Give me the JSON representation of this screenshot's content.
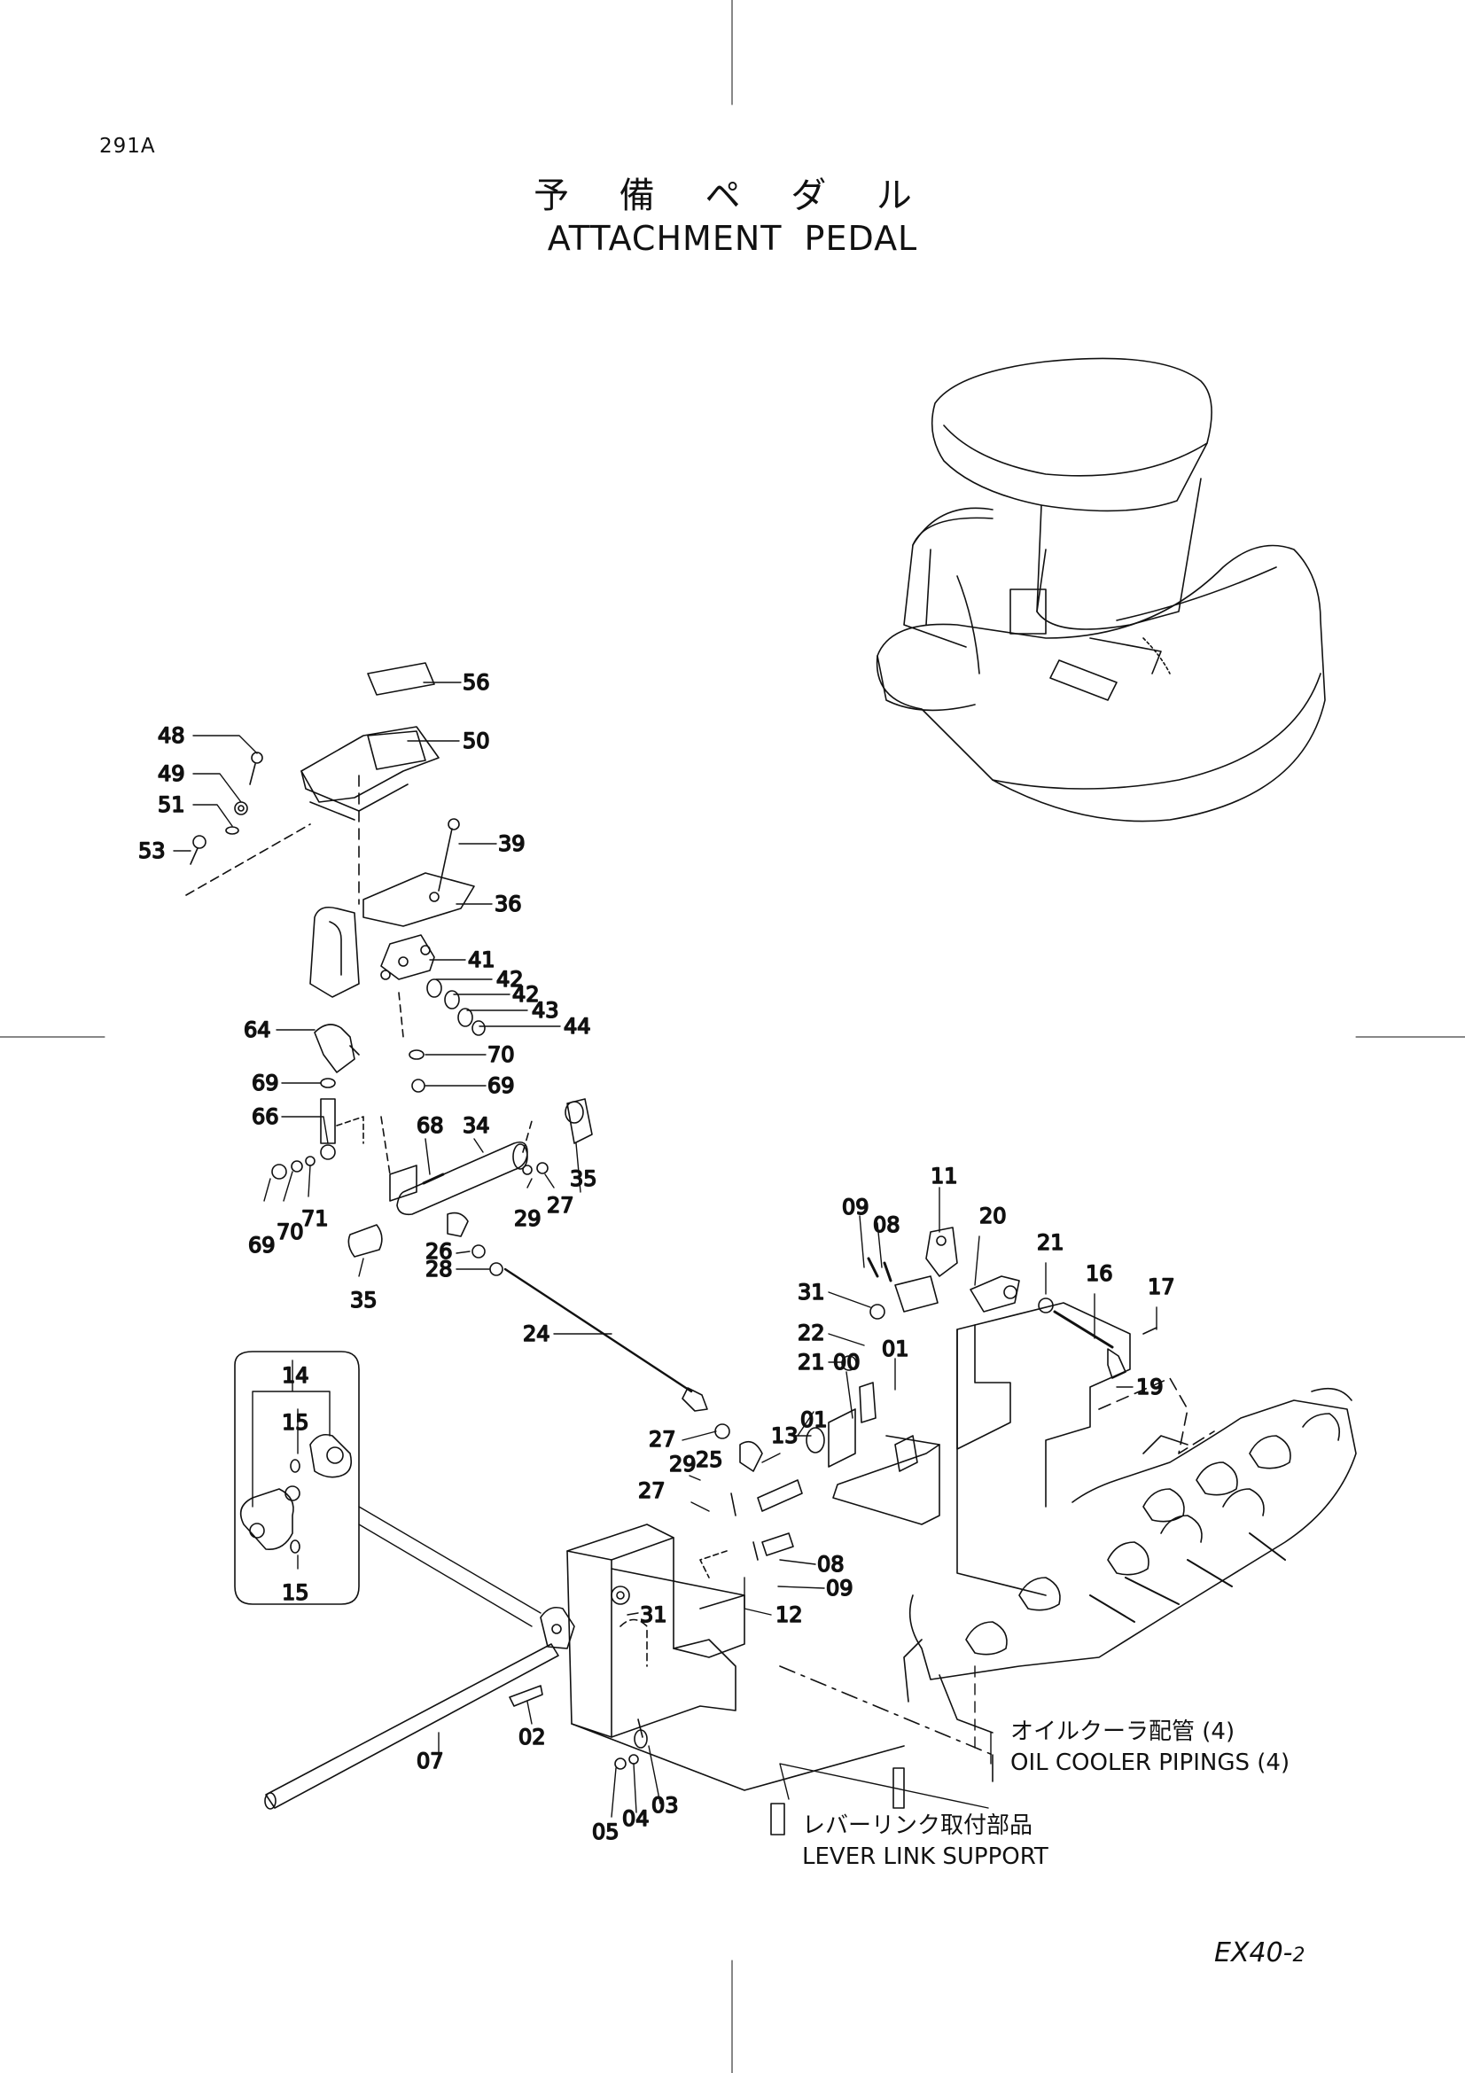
{
  "page": {
    "code": "291A",
    "title_jp": "予 備 ペ ダ ル",
    "title_en": "ATTACHMENT PEDAL",
    "model": "EX40-",
    "model_suffix": "2"
  },
  "callouts": {
    "c56": "56",
    "c50": "50",
    "c48": "48",
    "c49": "49",
    "c51": "51",
    "c53": "53",
    "c39": "39",
    "c36": "36",
    "c41": "41",
    "c42a": "42",
    "c42b": "42",
    "c43": "43",
    "c44": "44",
    "c64": "64",
    "c70a": "70",
    "c69a": "69",
    "c69b": "69",
    "c66": "66",
    "c68": "68",
    "c34": "34",
    "c35a": "35",
    "c35b": "35",
    "c29a": "29",
    "c27a": "27",
    "c69c": "69",
    "c70b": "70",
    "c71": "71",
    "c26": "26",
    "c28": "28",
    "c24": "24",
    "c11": "11",
    "c09a": "09",
    "c08a": "08",
    "c20": "20",
    "c21a": "21",
    "c16": "16",
    "c17": "17",
    "c31a": "31",
    "c22": "22",
    "c21b": "21",
    "c19": "19",
    "c01a": "01",
    "c00": "00",
    "c27b": "27",
    "c25": "25",
    "c13": "13",
    "c01b": "01",
    "c29b": "29",
    "c27c": "27",
    "c08b": "08",
    "c09b": "09",
    "c12": "12",
    "c31b": "31",
    "c14": "14",
    "c15a": "15",
    "c15b": "15",
    "c07": "07",
    "c02": "02",
    "c05": "05",
    "c04": "04",
    "c03": "03"
  },
  "notes": {
    "oil_cooler_jp": "オイルクーラ配管 (4)",
    "oil_cooler_en": "OIL COOLER PIPINGS (4)",
    "lever_link_jp": "レバーリンク取付部品",
    "lever_link_en": "LEVER LINK SUPPORT"
  }
}
